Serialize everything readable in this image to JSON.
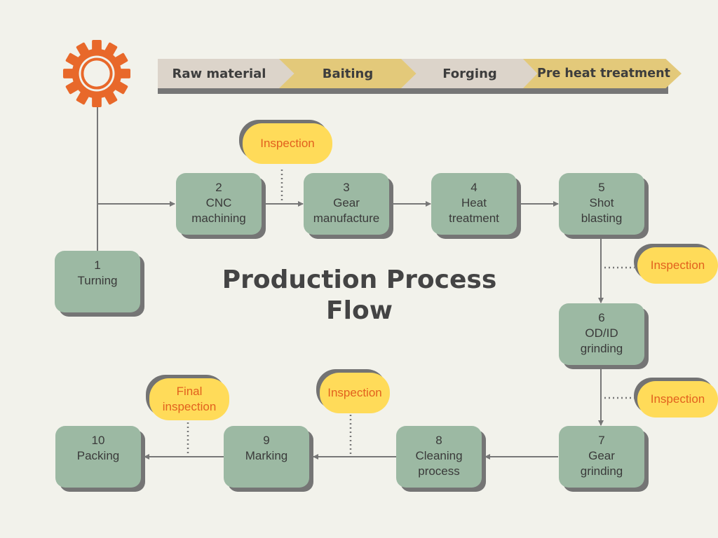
{
  "title": "Production Process Flow",
  "title_lines": [
    "Production Process",
    "Flow"
  ],
  "colors": {
    "background": "#f2f2eb",
    "step_fill": "#9cb9a3",
    "shadow": "#757575",
    "pill_fill": "#ffdb59",
    "pill_text": "#e2611e",
    "gear": "#e8682a",
    "stage_grey": "#dcd4ca",
    "stage_gold": "#e3c97a",
    "connector": "#777777"
  },
  "stages": [
    {
      "label": "Raw material"
    },
    {
      "label": "Baiting"
    },
    {
      "label": "Forging"
    },
    {
      "label": "Pre heat treatment"
    }
  ],
  "steps": [
    {
      "num": "1",
      "label": "Turning"
    },
    {
      "num": "2",
      "label": "CNC machining",
      "lines": [
        "CNC",
        "machining"
      ]
    },
    {
      "num": "3",
      "label": "Gear manufacture",
      "lines": [
        "Gear",
        "manufacture"
      ]
    },
    {
      "num": "4",
      "label": "Heat treatment",
      "lines": [
        "Heat",
        "treatment"
      ]
    },
    {
      "num": "5",
      "label": "Shot blasting",
      "lines": [
        "Shot",
        "blasting"
      ]
    },
    {
      "num": "6",
      "label": "OD/ID grinding",
      "lines": [
        "OD/ID",
        "grinding"
      ]
    },
    {
      "num": "7",
      "label": "Gear grinding",
      "lines": [
        "Gear",
        "grinding"
      ]
    },
    {
      "num": "8",
      "label": "Cleaning process",
      "lines": [
        "Cleaning",
        "process"
      ]
    },
    {
      "num": "9",
      "label": "Marking"
    },
    {
      "num": "10",
      "label": "Packing"
    }
  ],
  "inspections": [
    {
      "label": "Inspection",
      "between": "2-3"
    },
    {
      "label": "Inspection",
      "between": "5-6"
    },
    {
      "label": "Inspection",
      "between": "6-7"
    },
    {
      "label": "Inspection",
      "between": "8-9"
    },
    {
      "label": "Final inspection",
      "lines": [
        "Final",
        "inspection"
      ],
      "between": "9-10"
    }
  ],
  "icons": {
    "logo": "gear-icon"
  }
}
